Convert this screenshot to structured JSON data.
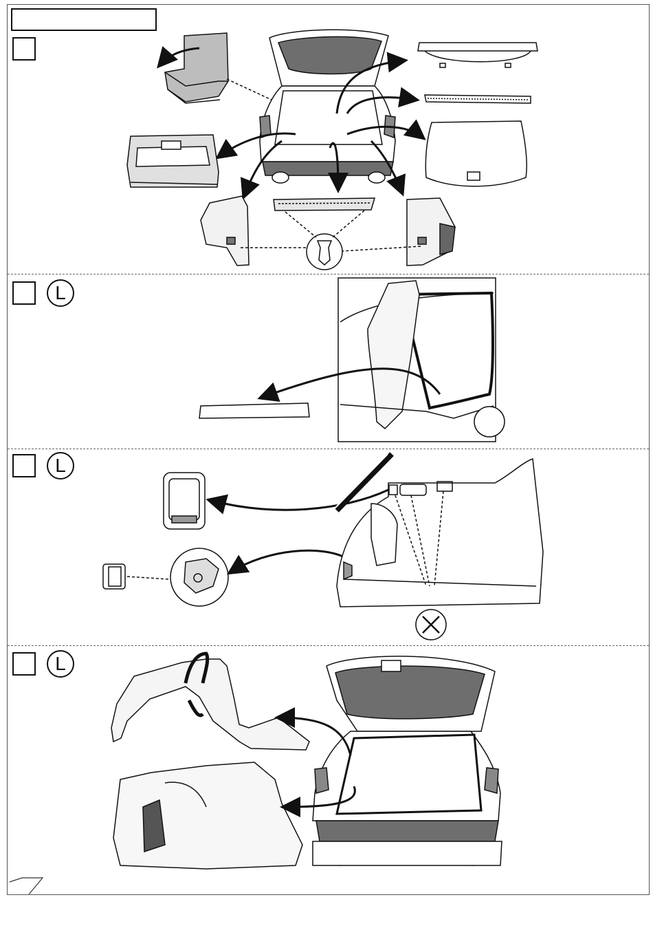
{
  "sections": [
    {
      "id": 1,
      "side_marker": ""
    },
    {
      "id": 2,
      "side_marker": "L"
    },
    {
      "id": 3,
      "side_marker": "L"
    },
    {
      "id": 4,
      "side_marker": "L"
    }
  ],
  "icons": {
    "no_action": "circled-x-icon"
  }
}
